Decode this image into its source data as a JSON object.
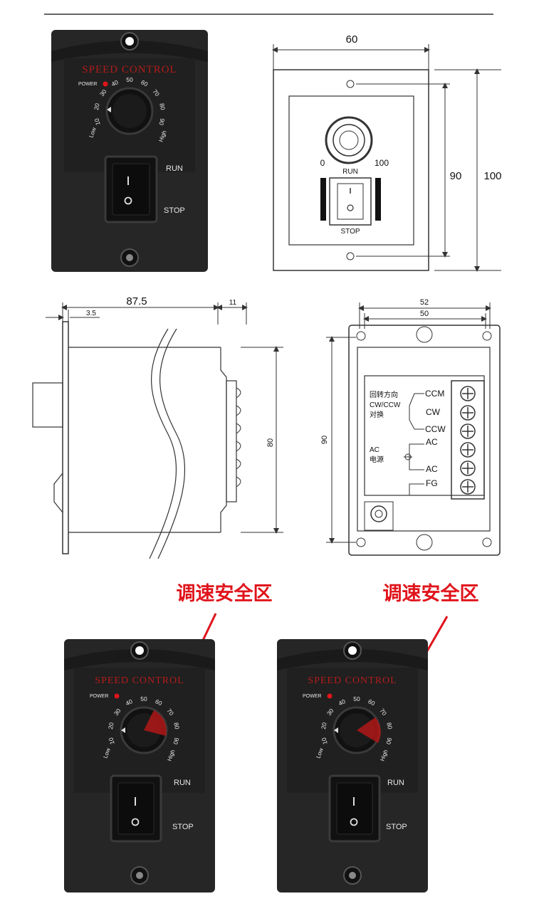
{
  "panel": {
    "title": "SPEED CONTROL",
    "power_label": "POWER",
    "scale": [
      "10",
      "20",
      "30",
      "40",
      "50",
      "60",
      "70",
      "80",
      "90"
    ],
    "low_label": "Low",
    "high_label": "High",
    "run_label": "RUN",
    "stop_label": "STOP"
  },
  "front_drawing": {
    "width": "60",
    "height_inner": "90",
    "height_outer": "100",
    "dial_min": "0",
    "dial_max": "100",
    "run_label": "RUN",
    "stop_label": "STOP"
  },
  "side_drawing": {
    "depth": "87.5",
    "flange": "3.5",
    "terminal": "11",
    "height": "80"
  },
  "back_drawing": {
    "outer_width": "52",
    "inner_width": "50",
    "height": "90",
    "direction_label": "回转方向",
    "cw_ccw_label": "CW/CCW",
    "switch_label": "对换",
    "ac_label": "AC",
    "power_source_label": "电源",
    "terminals": [
      "CCM",
      "CW",
      "CCW",
      "AC",
      "AC",
      "FG"
    ]
  },
  "callouts": {
    "left": "调速安全区",
    "right": "调速安全区"
  },
  "colors": {
    "panel": "#2a2a2a",
    "accent_red": "#e0141c",
    "title_red": "#b31b1b",
    "line": "#333333"
  }
}
